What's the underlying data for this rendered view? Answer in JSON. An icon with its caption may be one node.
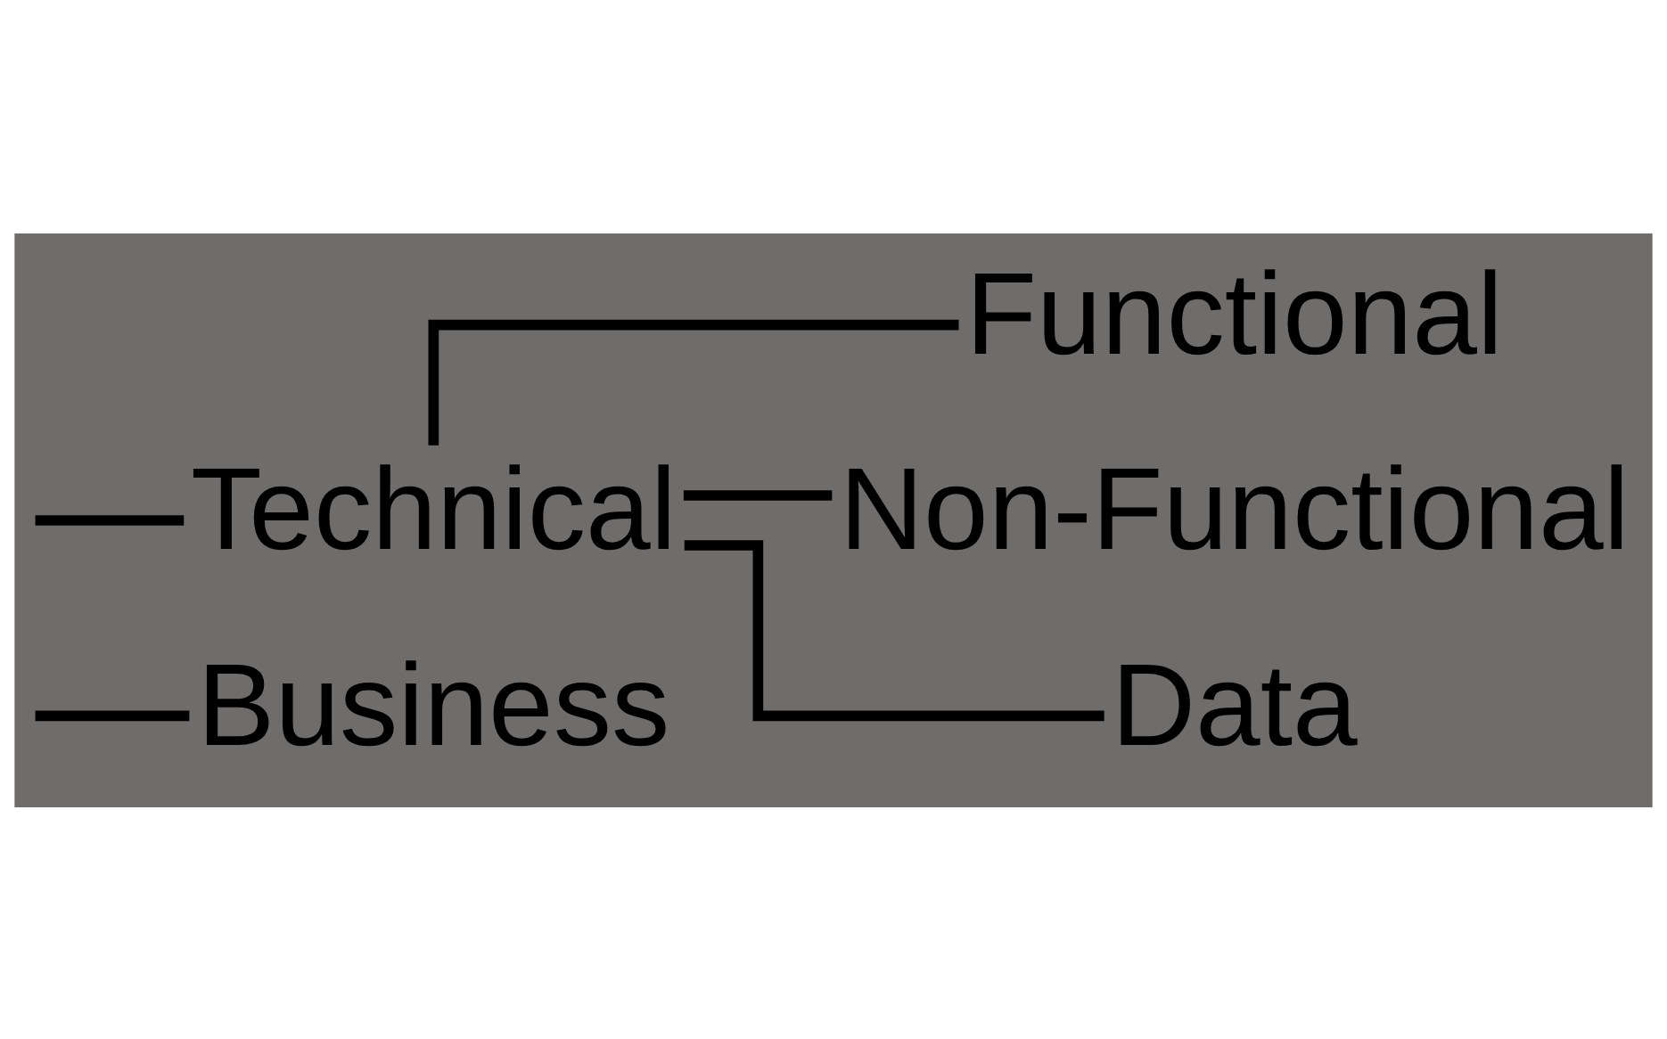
{
  "diagram": {
    "nodes": [
      {
        "text": [
          "Business"
        ]
      },
      {
        "text": [
          "Technical"
        ]
      },
      {
        "text": [
          "Functional"
        ]
      },
      {
        "text": [
          "Non-Functional"
        ]
      },
      {
        "text": [
          "Data"
        ]
      }
    ],
    "edges": [
      {
        "from": null,
        "to": 0,
        "arrow": "none"
      },
      {
        "from": null,
        "to": 1,
        "arrow": "none"
      },
      {
        "from": 1,
        "to": 2,
        "arrow": "none"
      },
      {
        "from": 1,
        "to": 3,
        "arrow": "none"
      },
      {
        "from": 1,
        "to": 4,
        "arrow": "none"
      }
    ]
  }
}
